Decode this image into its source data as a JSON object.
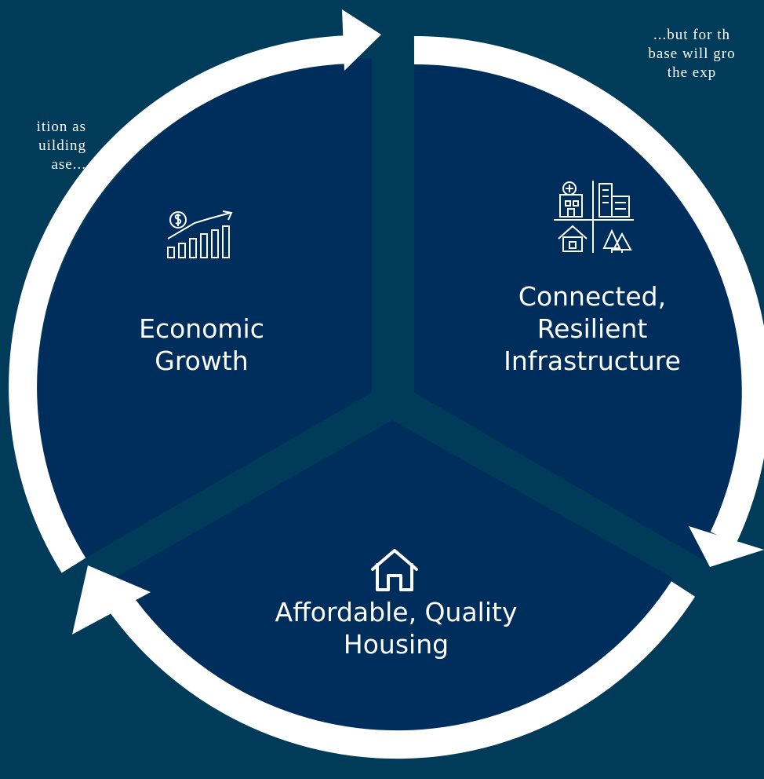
{
  "colors": {
    "background": "#003c5a",
    "segment_fill": "#002e5c",
    "arrow": "#ffffff",
    "text": "#ffffff"
  },
  "segments": [
    {
      "label": "Economic\nGrowth",
      "icon": "growth-chart-dollar-icon"
    },
    {
      "label": "Connected,\nResilient\nInfrastructure",
      "icon": "city-infrastructure-icon"
    },
    {
      "label": "Affordable, Quality\nHousing",
      "icon": "house-icon"
    }
  ],
  "notes": {
    "left": "ition as\nuilding\nase...",
    "right": "...but for th\nbase will gro\nthe exp"
  }
}
